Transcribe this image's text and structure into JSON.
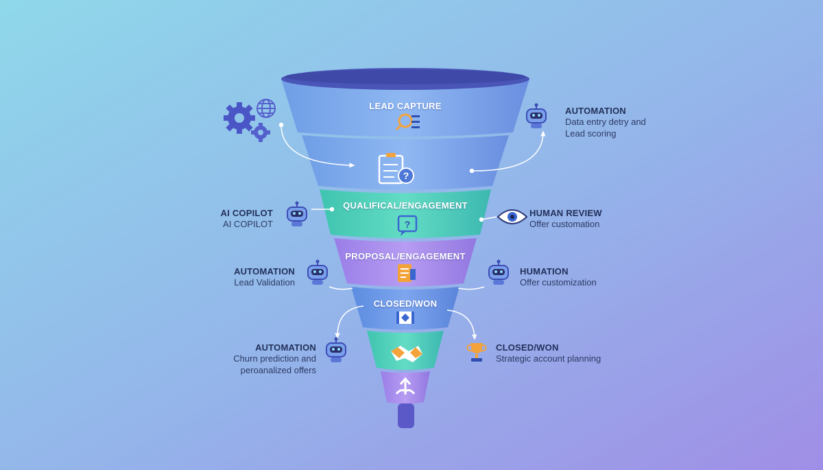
{
  "colors": {
    "background_start": "#8fd3e8",
    "background_end": "#a08ee6",
    "tier_blue": "#7aa6ea",
    "tier_teal": "#4fd0b8",
    "tier_purple": "#a488ec",
    "text_dark": "#22305a"
  },
  "stages": {
    "lead_capture": "LEAD CAPTURE",
    "qualification": "QUALIFICAL/ENGAGEMENT",
    "proposal": "PROPOSAL/ENGAGEMENT",
    "closed_won": "CLOSED/WON"
  },
  "annotations": {
    "automation_top": {
      "title": "AUTOMATION",
      "line1": "Data entry detry and",
      "line2": "Lead scoring",
      "icon": "robot-icon"
    },
    "ai_copilot": {
      "title": "AI COPILOT",
      "line1": "AI COPILOT",
      "icon": "robot-icon"
    },
    "human_review": {
      "title": "HUMAN REVIEW",
      "line1": "Offer customation",
      "icon": "eye-icon"
    },
    "automation_mid": {
      "title": "AUTOMATION",
      "line1": "Lead Validation",
      "icon": "robot-icon"
    },
    "humation": {
      "title": "HUMATION",
      "line1": "Offer customization",
      "icon": "robot-icon"
    },
    "automation_bottom": {
      "title": "AUTOMATION",
      "line1": "Churn prediction and",
      "line2": "peroanalized offers",
      "icon": "robot-icon"
    },
    "closed_won_right": {
      "title": "CLOSED/WON",
      "line1": "Strategic account planning",
      "icon": "trophy-icon"
    }
  }
}
